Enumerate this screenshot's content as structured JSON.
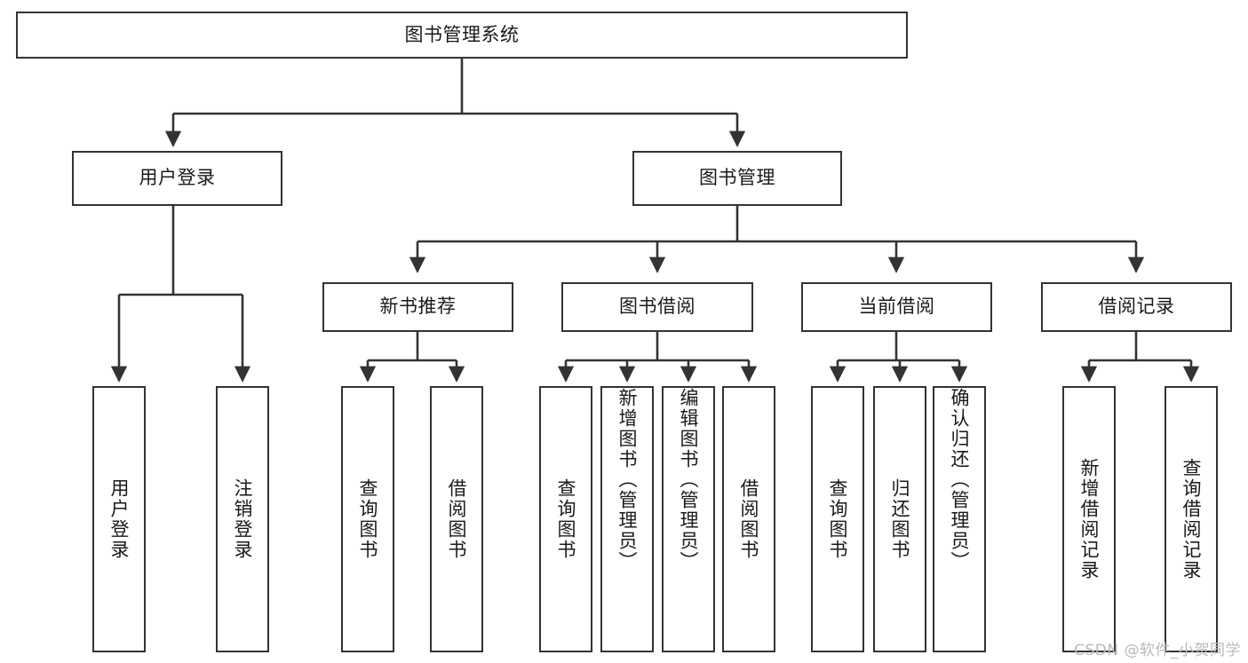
{
  "diagram": {
    "type": "tree-hierarchy",
    "title": "图书管理系统",
    "watermark": "CSDN @软件_小贺同学",
    "colors": {
      "stroke": "#333333",
      "fill": "#ffffff",
      "text": "#1a1a1a",
      "watermark": "#b9b9b9"
    },
    "nodes": {
      "root": {
        "label": "图书管理系统",
        "level": 0,
        "orientation": "horizontal"
      },
      "l1": [
        {
          "id": "user-login",
          "label": "用户登录",
          "orientation": "horizontal"
        },
        {
          "id": "book-manage",
          "label": "图书管理",
          "orientation": "horizontal"
        }
      ],
      "l2": [
        {
          "id": "new-book-recommend",
          "label": "新书推荐",
          "orientation": "horizontal"
        },
        {
          "id": "book-borrow",
          "label": "图书借阅",
          "orientation": "horizontal"
        },
        {
          "id": "current-borrow",
          "label": "当前借阅",
          "orientation": "horizontal"
        },
        {
          "id": "borrow-record",
          "label": "借阅记录",
          "orientation": "horizontal"
        }
      ],
      "leaves": {
        "user-login": [
          {
            "id": "leaf-user-login",
            "label": "用户登录"
          },
          {
            "id": "leaf-logout-login",
            "label": "注销登录"
          }
        ],
        "new-book-recommend": [
          {
            "id": "leaf-query-book-1",
            "label": "查询图书"
          },
          {
            "id": "leaf-borrow-book-1",
            "label": "借阅图书"
          }
        ],
        "book-borrow": [
          {
            "id": "leaf-query-book-2",
            "label": "查询图书"
          },
          {
            "id": "leaf-add-book",
            "label": "新增图书（管理员）"
          },
          {
            "id": "leaf-edit-book",
            "label": "编辑图书（管理员）"
          },
          {
            "id": "leaf-borrow-book-2",
            "label": "借阅图书"
          }
        ],
        "current-borrow": [
          {
            "id": "leaf-query-book-3",
            "label": "查询图书"
          },
          {
            "id": "leaf-return-book",
            "label": "归还图书"
          },
          {
            "id": "leaf-confirm-return",
            "label": "确认归还（管理员）"
          }
        ],
        "borrow-record": [
          {
            "id": "leaf-add-record",
            "label": "新增借阅记录"
          },
          {
            "id": "leaf-query-record",
            "label": "查询借阅记录"
          }
        ]
      }
    }
  }
}
